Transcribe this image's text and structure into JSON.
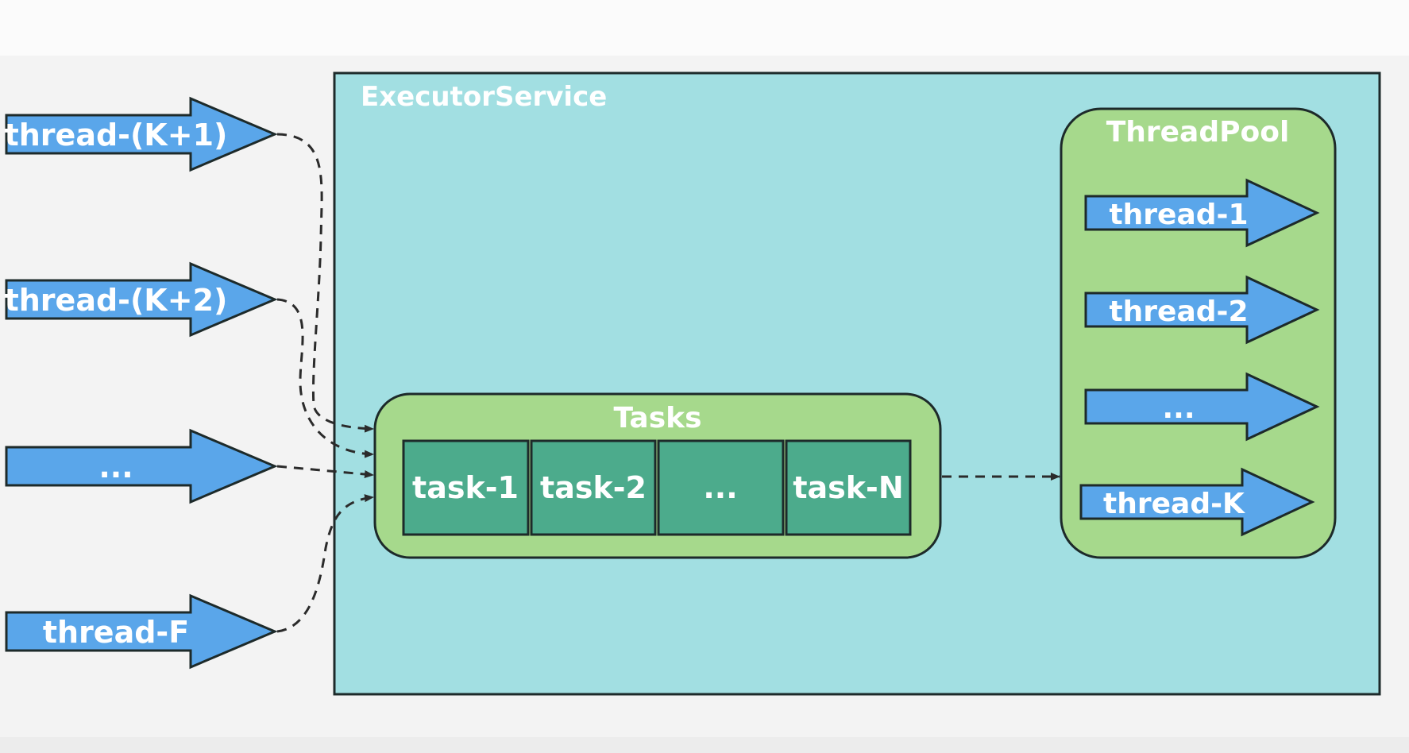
{
  "executor": {
    "title": "ExecutorService"
  },
  "queue": {
    "title": "Tasks",
    "tasks": [
      "task-1",
      "task-2",
      "...",
      "task-N"
    ]
  },
  "pool": {
    "title": "ThreadPool",
    "threads": [
      "thread-1",
      "thread-2",
      "...",
      "thread-K"
    ]
  },
  "external_threads": [
    "thread-(K+1)",
    "thread-(K+2)",
    "...",
    "thread-F"
  ],
  "colors": {
    "executor_fill": "#a2dfe2",
    "group_fill": "#a6d98c",
    "task_fill": "#4cab8c",
    "arrow_fill": "#5aa6ea",
    "outline": "#1d2a2a"
  }
}
